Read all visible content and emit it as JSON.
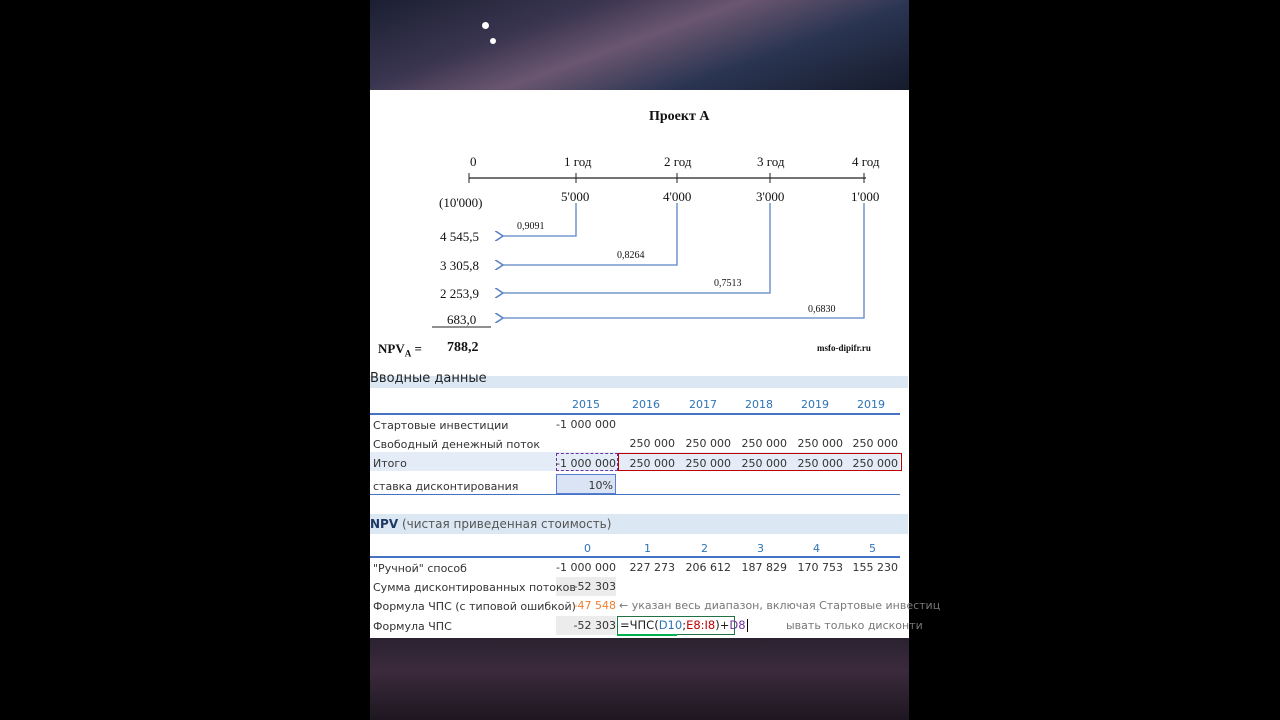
{
  "doc": {
    "title": "Проект А",
    "periods": [
      "0",
      "1  год",
      "2  год",
      "3  год",
      "4  год"
    ],
    "initial": "(10'000)",
    "cashflows": [
      "5'000",
      "4'000",
      "3'000",
      "1'000"
    ],
    "factors": [
      "0,9091",
      "0,8264",
      "0,7513",
      "0,6830"
    ],
    "pv": [
      "4 545,5",
      "3 305,8",
      "2 253,9",
      "683,0"
    ],
    "npv_label": "NPV",
    "npv_sub": "A",
    "npv_eq": "=",
    "npv_value": "788,2",
    "source": "msfo-dipifr.ru"
  },
  "sheet": {
    "input_title": "Вводные данные",
    "years": [
      "2015",
      "2016",
      "2017",
      "2018",
      "2019",
      "2019"
    ],
    "rows": [
      {
        "label": "Стартовые инвестиции",
        "values": [
          "-1 000 000",
          "",
          "",
          "",
          "",
          ""
        ]
      },
      {
        "label": "Свободный денежный поток",
        "values": [
          "",
          "250 000",
          "250 000",
          "250 000",
          "250 000",
          "250 000"
        ]
      },
      {
        "label": "Итого",
        "values": [
          "-1 000 000",
          "250 000",
          "250 000",
          "250 000",
          "250 000",
          "250 000"
        ]
      },
      {
        "label": "ставка дисконтирования",
        "values": [
          "10%",
          "",
          "",
          "",
          "",
          ""
        ]
      }
    ],
    "npv_title_bold": "NPV",
    "npv_title_rest": "(чистая приведенная стоимость)",
    "periods": [
      "0",
      "1",
      "2",
      "3",
      "4",
      "5"
    ],
    "npv_rows": [
      {
        "label": "\"Ручной\" способ",
        "values": [
          "-1 000 000",
          "227 273",
          "206 612",
          "187 829",
          "170 753",
          "155 230"
        ]
      },
      {
        "label": "Сумма дисконтированных потоков",
        "values": [
          "-52 303",
          "",
          "",
          "",
          "",
          ""
        ]
      },
      {
        "label": "Формула ЧПС (с типовой ошибкой)",
        "values": [
          "-47 548",
          "",
          "",
          "",
          "",
          ""
        ]
      },
      {
        "label": "Формула ЧПС",
        "values": [
          "-52 303",
          "",
          "",
          "",
          "",
          ""
        ]
      }
    ],
    "error_note": "← указан весь диапазон, включая Стартовые инвестиц",
    "formula": {
      "p1": "=ЧПС(",
      "p2": "D10",
      "p3": ";",
      "p4": "E8:I8",
      "p5": ")+",
      "p6": "D8"
    },
    "formula_note": "ывать только дисконти"
  },
  "colors": {
    "blue": "#2e75b6",
    "orange": "#ed7d31",
    "purple": "#7030a0",
    "red": "#c00000",
    "green": "#00b050"
  }
}
